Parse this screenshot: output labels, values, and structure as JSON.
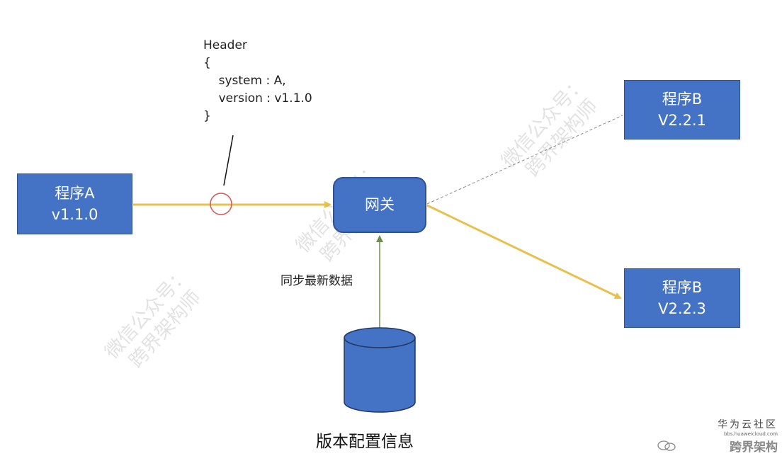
{
  "header_block": {
    "lines": [
      "Header",
      "{",
      "    system : A,",
      "    version : v1.1.0",
      "}"
    ]
  },
  "nodes": {
    "program_a": {
      "name": "程序A",
      "version": "v1.1.0"
    },
    "gateway": {
      "name": "网关"
    },
    "program_b1": {
      "name": "程序B",
      "version": "V2.2.1"
    },
    "program_b2": {
      "name": "程序B",
      "version": "V2.2.3"
    }
  },
  "sync_label": "同步最新数据",
  "database_label": "版本配置信息",
  "watermark": {
    "line1": "微信公众号：",
    "line2": "跨界架构师"
  },
  "corner_watermark": {
    "line1": "华为云社区",
    "line2": "bbs.huaweicloud.com",
    "line3": "跨界架构"
  },
  "colors": {
    "node_fill": "#4472c4",
    "arrow": "#e8c14c",
    "sync_line": "#6e8f4c"
  }
}
